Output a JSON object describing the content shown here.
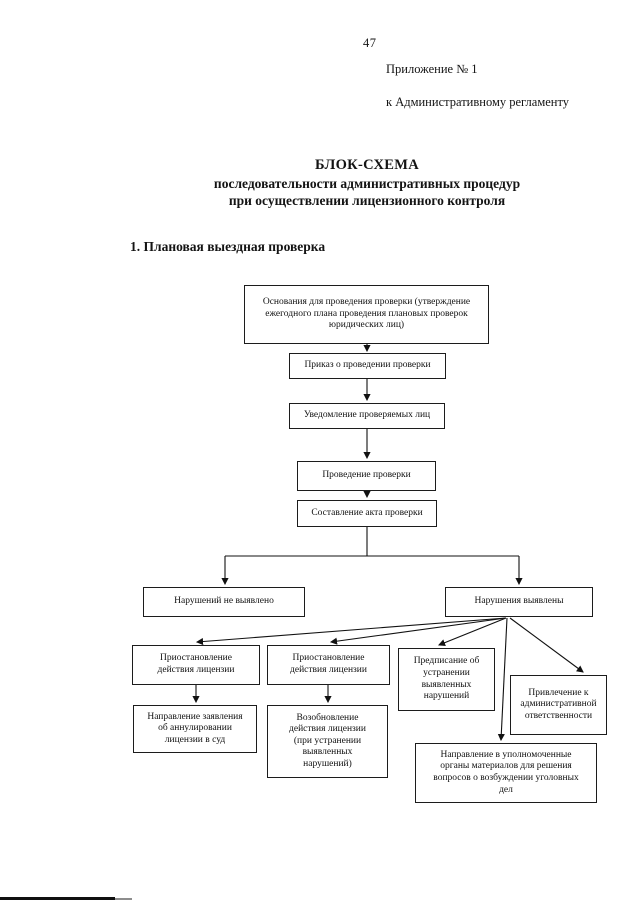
{
  "page": {
    "number": "47",
    "appendix_line1": "Приложение № 1",
    "appendix_line2": "к Административному регламенту"
  },
  "title": {
    "line1": "БЛОК-СХЕМА",
    "line2": "последовательности административных процедур",
    "line3": "при осуществлении лицензионного контроля"
  },
  "section": {
    "heading": "1. Плановая выездная проверка"
  },
  "flowchart": {
    "boxes": [
      {
        "id": "grounds",
        "label": "Основания для проведения проверки (утверждение\nежегодного плана проведения плановых проверок\nюридических лиц)"
      },
      {
        "id": "order",
        "label": "Приказ о проведении проверки"
      },
      {
        "id": "notification",
        "label": "Уведомление проверяемых лиц"
      },
      {
        "id": "conduct",
        "label": "Проведение проверки"
      },
      {
        "id": "act",
        "label": "Составление акта проверки"
      },
      {
        "id": "no-violations",
        "label": "Нарушений не выявлено"
      },
      {
        "id": "violations",
        "label": "Нарушения выявлены"
      },
      {
        "id": "suspend-left",
        "label": "Приостановление\nдействия лицензии"
      },
      {
        "id": "suspend-right",
        "label": "Приостановление\nдействия лицензии"
      },
      {
        "id": "prescription",
        "label": "Предписание об\nустранении\nвыявленных\nнарушений"
      },
      {
        "id": "admin-liability",
        "label": "Привлечение к\nадминистративной\nответственности"
      },
      {
        "id": "court-annulment",
        "label": "Направление заявления\nоб аннулировании\nлицензии в суд"
      },
      {
        "id": "resume-license",
        "label": "Возобновление\nдействия лицензии\n(при устранении\nвыявленных\nнарушений)"
      },
      {
        "id": "criminal-referral",
        "label": "Направление в уполномоченные\nорганы материалов для решения\nвопросов о возбуждении уголовных\nдел"
      }
    ]
  },
  "colors": {
    "ink": "#141414",
    "paper": "#ffffff"
  }
}
